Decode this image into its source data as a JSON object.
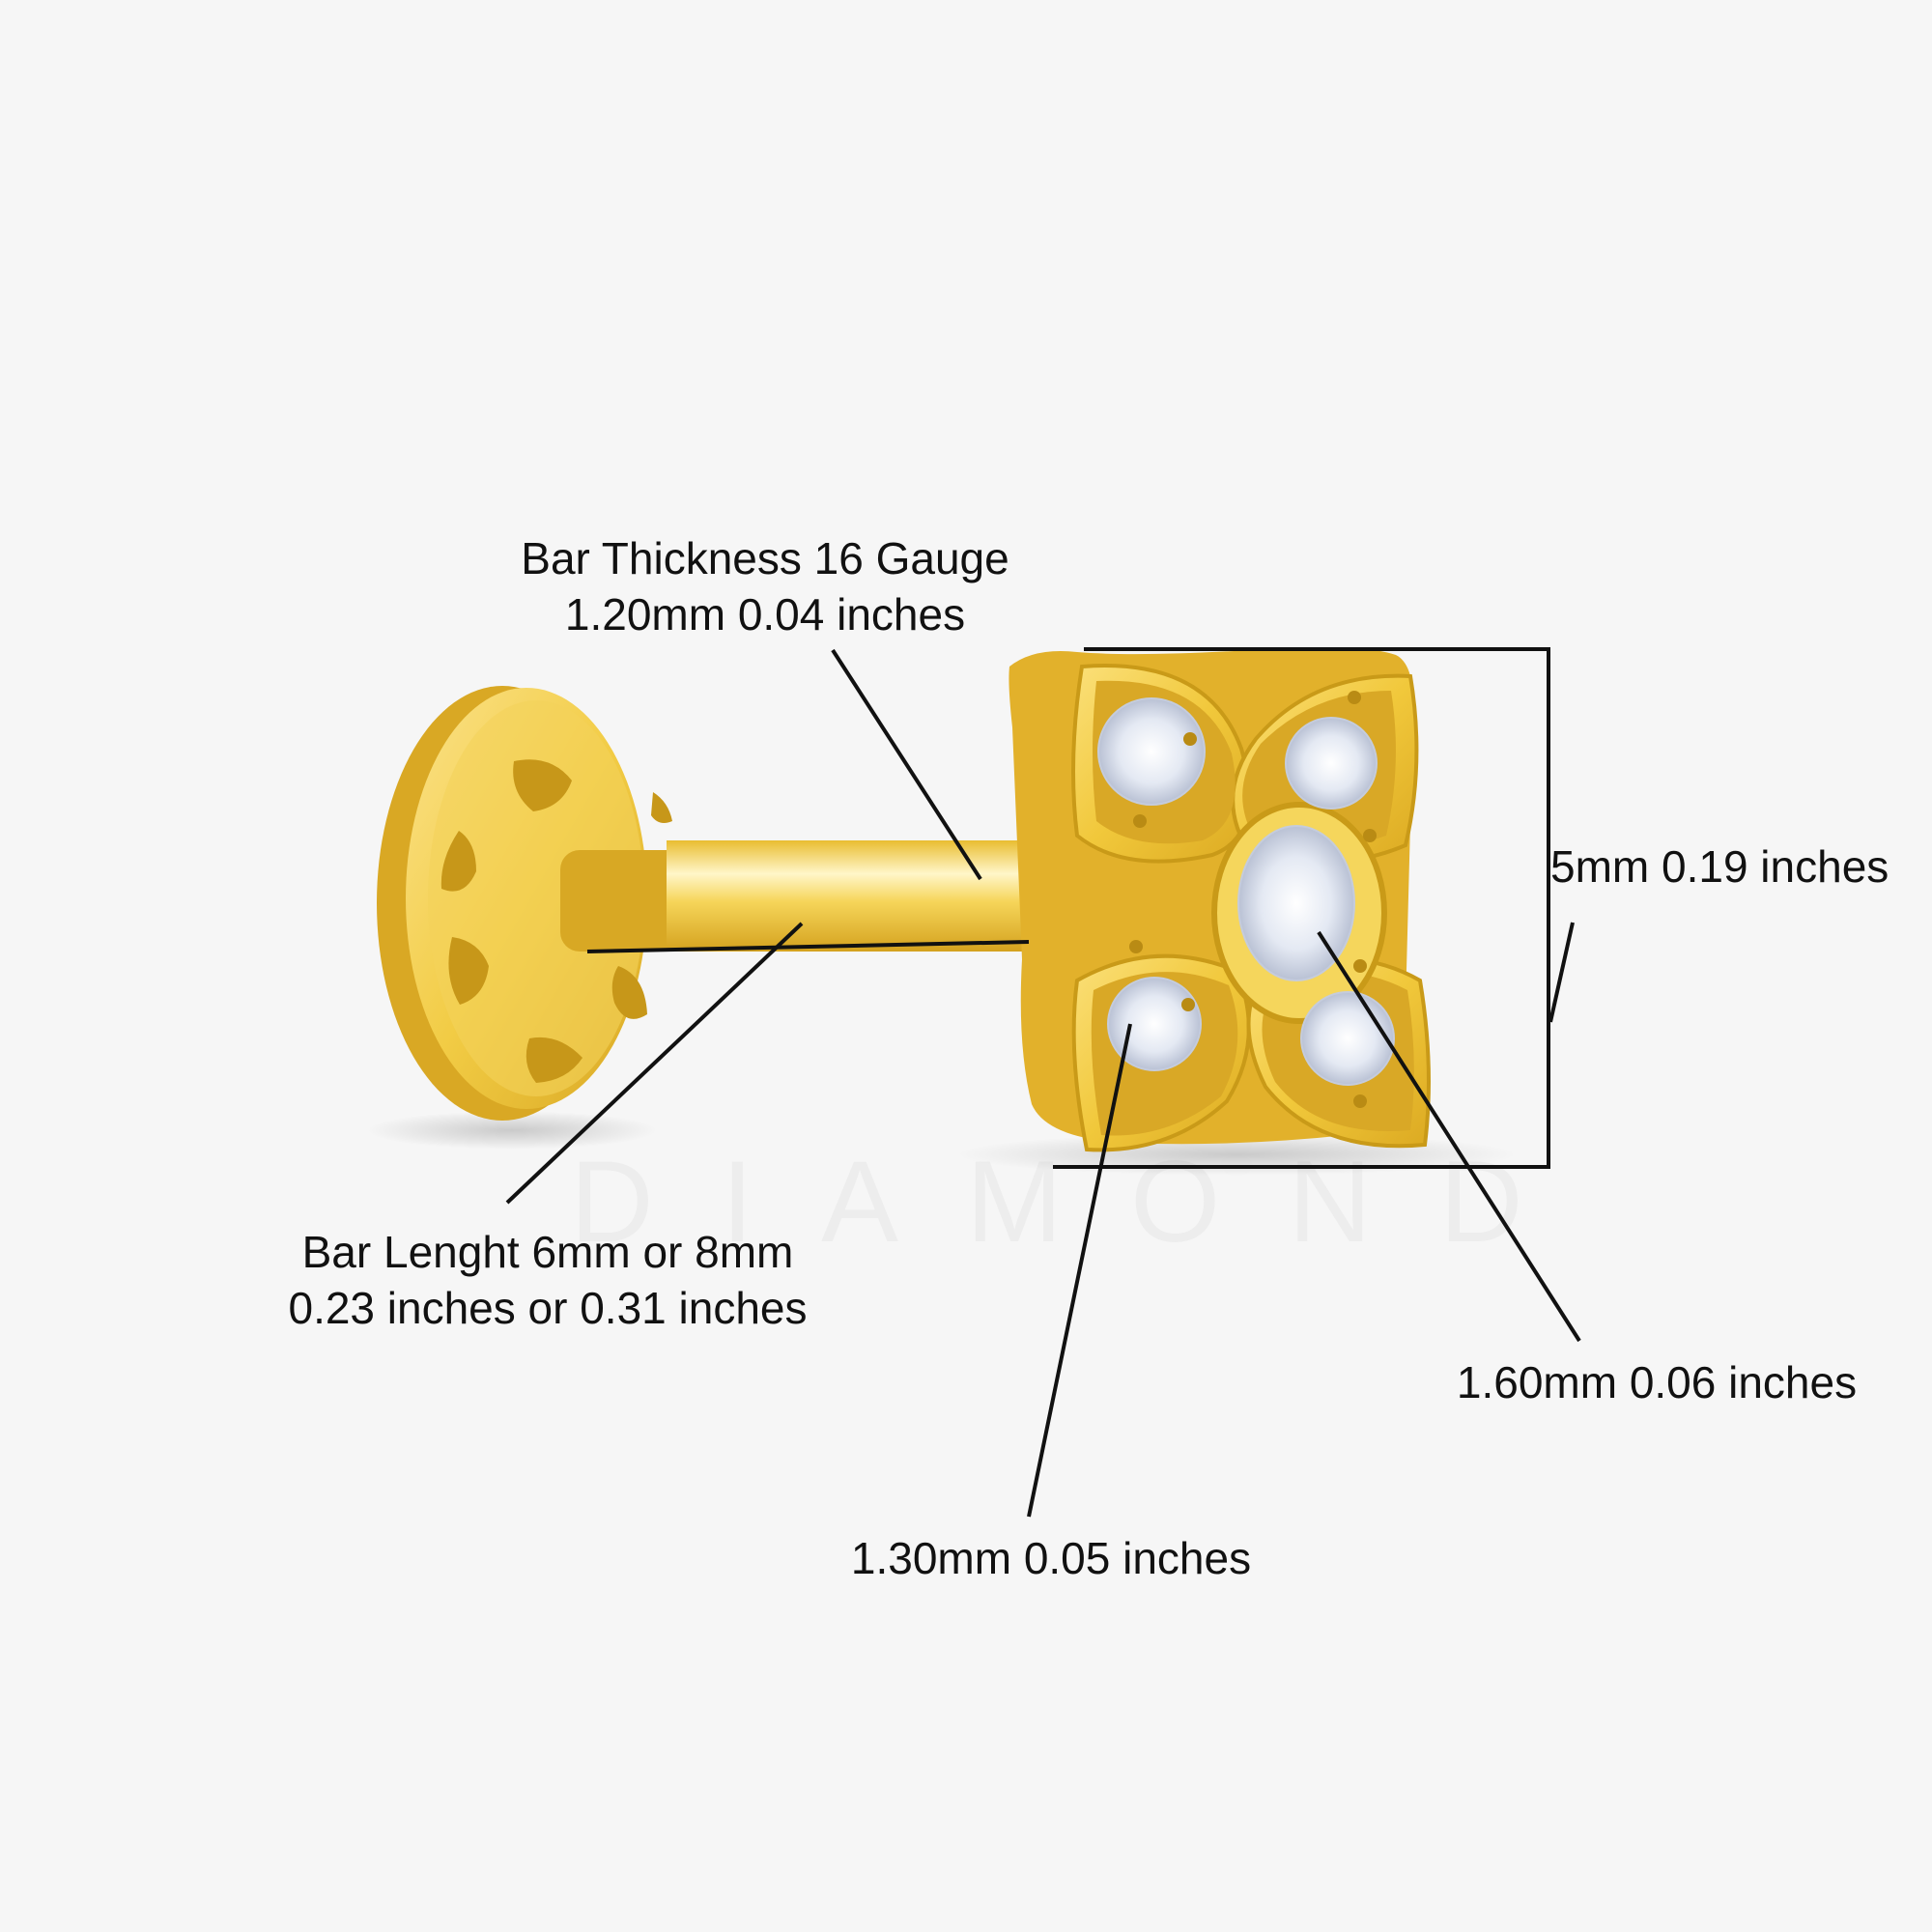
{
  "product": {
    "type": "flower labret stud earring",
    "metal_color": "#f2cf4a",
    "stones": 5
  },
  "watermark": {
    "text": "DIAMOND"
  },
  "annotations": {
    "bar_thickness": {
      "line1": "Bar Thickness 16 Gauge",
      "line2": "1.20mm 0.04 inches"
    },
    "bar_length": {
      "line1": "Bar Lenght 6mm or 8mm",
      "line2": "0.23 inches or 0.31 inches"
    },
    "head_size": {
      "text": "5mm 0.19 inches"
    },
    "center_stone": {
      "text": "1.60mm 0.06 inches"
    },
    "side_stone": {
      "text": "1.30mm 0.05 inches"
    }
  },
  "colors": {
    "background": "#f6f6f6",
    "gold_light": "#fbe48a",
    "gold_mid": "#f0c93c",
    "gold_dark": "#c99a18",
    "stone": "#e8edf6",
    "line": "#111111"
  }
}
